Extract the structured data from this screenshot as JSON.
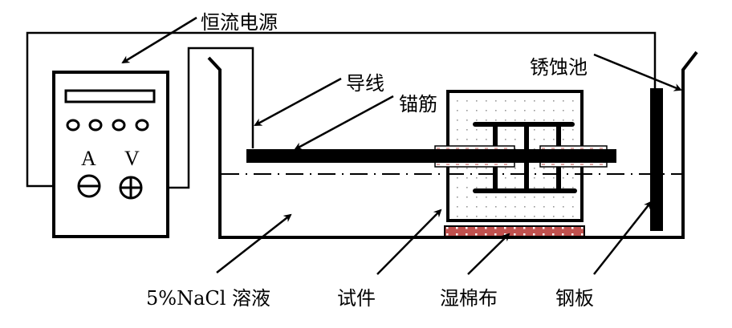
{
  "labels": {
    "power_supply": "恒流电源",
    "wire": "导线",
    "rebar": "锚筋",
    "corrosion_tank": "锈蚀池",
    "solution": "5%NaCl 溶液",
    "specimen": "试件",
    "wet_cloth": "湿棉布",
    "steel_plate": "钢板",
    "terminal_a": "A",
    "terminal_v": "V"
  },
  "colors": {
    "cloth": "#c0504d",
    "ink": "#000000"
  }
}
